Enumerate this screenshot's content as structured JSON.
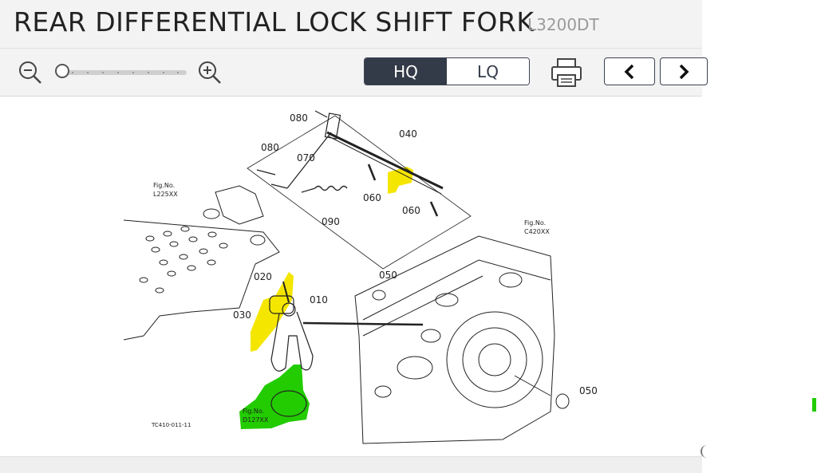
{
  "header": {
    "title": "REAR DIFFERENTIAL LOCK SHIFT FORK",
    "model": "L3200DT"
  },
  "toolbar": {
    "zoom_out_icon": "zoom-out-icon",
    "zoom_in_icon": "zoom-in-icon",
    "zoom_level_fraction": 0.0,
    "quality_options": [
      "HQ",
      "LQ"
    ],
    "quality_selected": "HQ",
    "print_icon": "printer-icon",
    "prev_icon": "chevron-left-icon",
    "next_icon": "chevron-right-icon"
  },
  "diagram": {
    "part_labels": [
      "080",
      "080",
      "070",
      "040",
      "060",
      "060",
      "090",
      "050",
      "020",
      "010",
      "030",
      "050"
    ],
    "fig_refs": [
      {
        "prefix": "Fig.No.",
        "ref": "L225XX"
      },
      {
        "prefix": "Fig.No.",
        "ref": "C420XX"
      },
      {
        "prefix": "Fig.No.",
        "ref": "D127XX"
      }
    ],
    "drawing_code": "TC410-011-11",
    "highlight_colors": {
      "yellow": "#f5e600",
      "green": "#22cc00"
    }
  }
}
